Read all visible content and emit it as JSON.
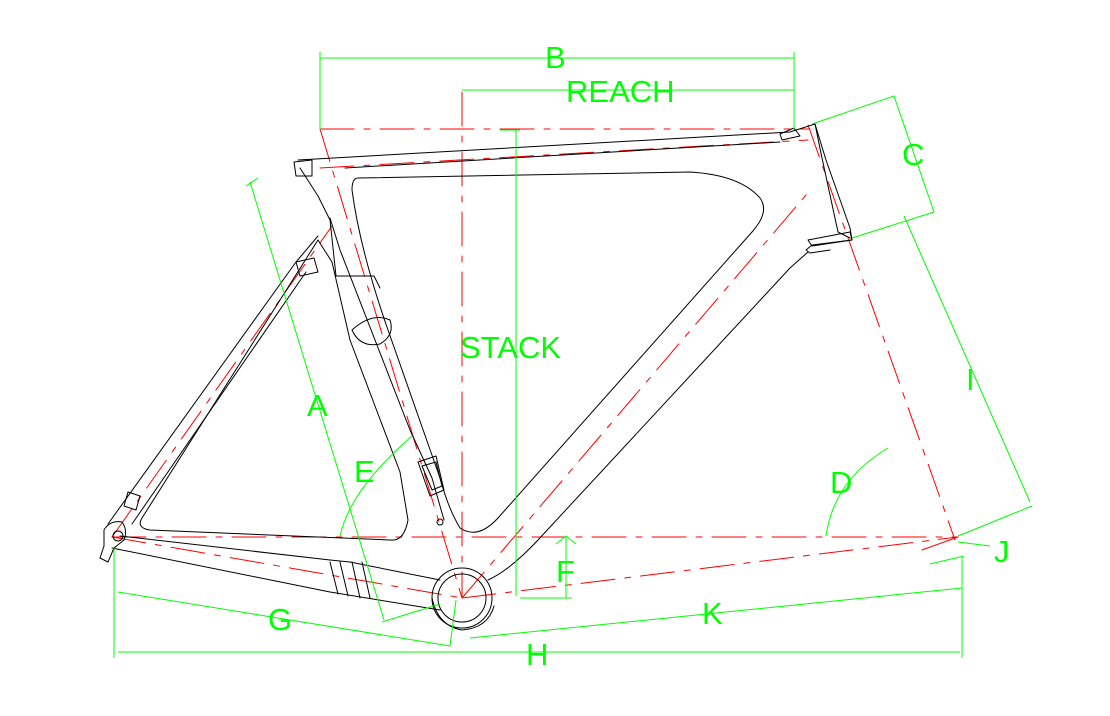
{
  "colors": {
    "background": "#ffffff",
    "frame": "#000000",
    "centerline": "#ff0000",
    "dimension": "#00ff00"
  },
  "labels": {
    "a": "A",
    "b": "B",
    "c": "C",
    "d": "D",
    "e": "E",
    "f": "F",
    "g": "G",
    "h": "H",
    "i": "I",
    "j": "J",
    "k": "K",
    "reach": "REACH",
    "stack": "STACK"
  }
}
